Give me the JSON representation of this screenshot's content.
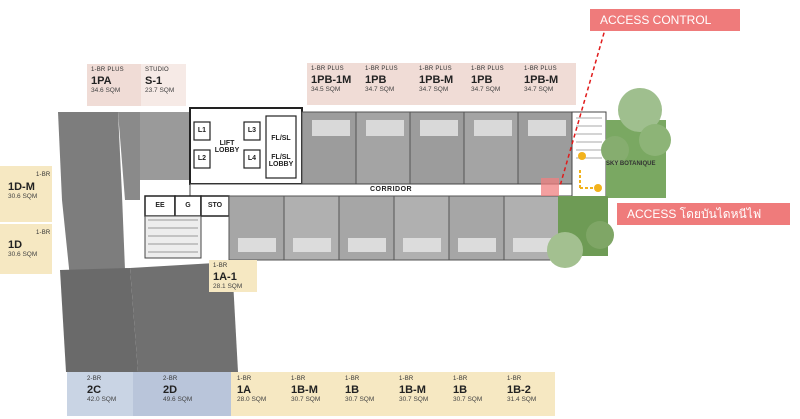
{
  "callouts": {
    "access_control": "ACCESS CONTROL",
    "fire_exit_access": "ACCESS โดยบันไดหนีไฟ"
  },
  "floorplan": {
    "lift_lobby": "LIFT\nLOBBY",
    "fl_sl_top": "FL/SL",
    "fl_sl_lobby": "FL/SL\nLOBBY",
    "lifts": [
      "L1",
      "L2",
      "L3",
      "L4"
    ],
    "service_rooms": [
      "EE",
      "G",
      "STO"
    ],
    "corridor": "CORRIDOR",
    "sky_botanique": "SKY BOTANIQUE"
  },
  "top_units": [
    {
      "type": "1-BR PLUS",
      "code": "1PA",
      "area": "34.6 SQM"
    },
    {
      "type": "STUDIO",
      "code": "S-1",
      "area": "23.7 SQM"
    },
    {
      "type": "1-BR PLUS",
      "code": "1PB-1M",
      "area": "34.5 SQM"
    },
    {
      "type": "1-BR PLUS",
      "code": "1PB",
      "area": "34.7 SQM"
    },
    {
      "type": "1-BR PLUS",
      "code": "1PB-M",
      "area": "34.7 SQM"
    },
    {
      "type": "1-BR PLUS",
      "code": "1PB",
      "area": "34.7 SQM"
    },
    {
      "type": "1-BR PLUS",
      "code": "1PB-M",
      "area": "34.7 SQM"
    }
  ],
  "left_units": [
    {
      "type": "1-BR",
      "code": "1D-M",
      "area": "30.6 SQM"
    },
    {
      "type": "1-BR",
      "code": "1D",
      "area": "30.6 SQM"
    }
  ],
  "mid_unit": {
    "type": "1-BR",
    "code": "1A-1",
    "area": "28.1 SQM"
  },
  "bottom_units": [
    {
      "type": "2-BR",
      "code": "2C",
      "area": "42.0 SQM"
    },
    {
      "type": "2-BR",
      "code": "2D",
      "area": "49.6 SQM"
    },
    {
      "type": "1-BR",
      "code": "1A",
      "area": "28.0 SQM"
    },
    {
      "type": "1-BR",
      "code": "1B-M",
      "area": "30.7 SQM"
    },
    {
      "type": "1-BR",
      "code": "1B",
      "area": "30.7 SQM"
    },
    {
      "type": "1-BR",
      "code": "1B-M",
      "area": "30.7 SQM"
    },
    {
      "type": "1-BR",
      "code": "1B",
      "area": "30.7 SQM"
    },
    {
      "type": "1-BR",
      "code": "1B-2",
      "area": "31.4 SQM"
    }
  ],
  "colors": {
    "plus_card": "#f0dcd6",
    "one_br_card": "#f6e8c2",
    "two_br_card_a": "#c9d4e4",
    "two_br_card_b": "#b9c5da",
    "callout": "#ef7b7b",
    "access_route": "#f2b21c",
    "garden": "#6e9b55"
  }
}
